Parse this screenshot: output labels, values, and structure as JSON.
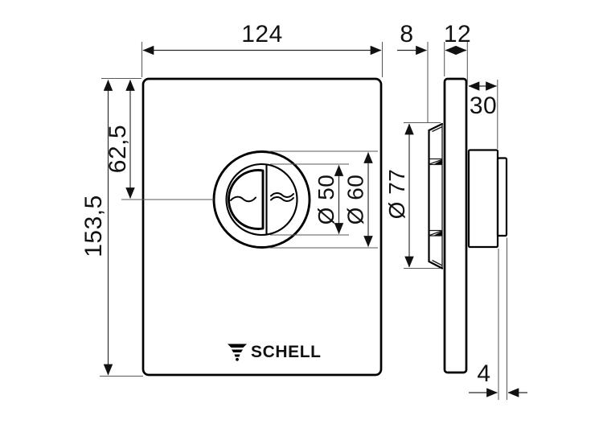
{
  "drawing": {
    "brand": {
      "name": "SCHELL"
    },
    "dimensions": {
      "front_width": "124",
      "front_height": "153,5",
      "button_axis_from_top": "62,5",
      "button_inner_dia": "Ø 50",
      "button_outer_dia": "Ø 60",
      "frame_depth": "8",
      "plate_thickness": "12",
      "box_depth": "30",
      "rosette_dia": "Ø 77",
      "button_protrusion": "4"
    },
    "colors": {
      "line": "#000000",
      "dimension_line": "#2a2a2a",
      "extension_line": "#5a5a5a",
      "background": "#ffffff",
      "text": "#111111"
    }
  }
}
